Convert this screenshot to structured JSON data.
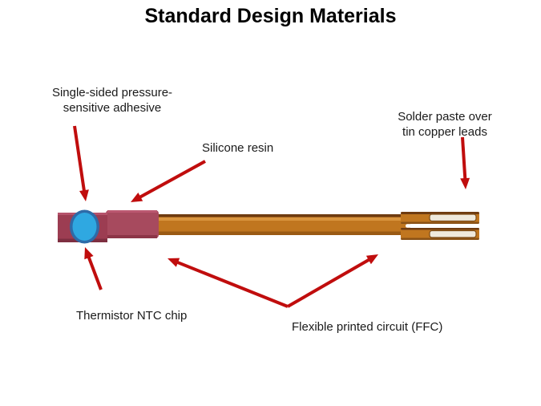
{
  "title": "Standard Design Materials",
  "labels": {
    "adhesive_line1": "Single-sided pressure-",
    "adhesive_line2": "sensitive adhesive",
    "silicone": "Silicone resin",
    "solder_line1": "Solder paste over",
    "solder_line2": "tin copper leads",
    "thermistor": "Thermistor NTC chip",
    "ffc": "Flexible printed circuit (FFC)"
  },
  "colors": {
    "background": "#ffffff",
    "text": "#1a1a1a",
    "arrow": "#c00d0d",
    "chip_fill": "#2fa8e1",
    "chip_ring": "#2e6ba8",
    "adhesive_block": "#9c3d52",
    "adhesive_highlight": "#b5536b",
    "adhesive_shadow": "#7e2f41",
    "resin_block": "#a74a5e",
    "resin_highlight": "#bb5870",
    "resin_shadow": "#8c3547",
    "ffc_base": "#c0761f",
    "ffc_edge_dark": "#6e3b10",
    "ffc_highlight": "#d9953f",
    "ffc_shadow": "#9a5a14",
    "ffc_prong_edge": "#8a5216",
    "solder_pad_fill": "#efe9dc",
    "solder_pad_edge": "#7d4d18",
    "notch_white": "#ffffff"
  }
}
